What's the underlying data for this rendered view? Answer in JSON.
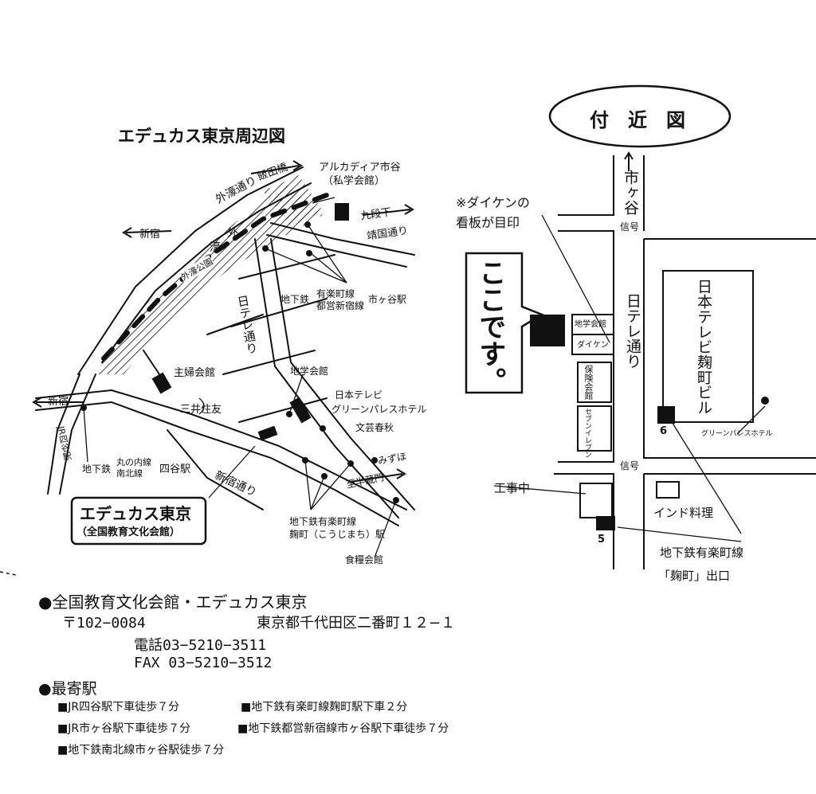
{
  "left_map": {
    "title": "エデュカス東京周辺図",
    "labels": {
      "sotobori": "外濠通り",
      "iidabashi": "飯田橋",
      "arcadia": "アルカディア市谷",
      "arcadia_sub": "（私学会館）",
      "kudanshita": "九段下",
      "yasukuni": "靖国通り",
      "shinjuku_top": "新宿",
      "soto": "外",
      "bori": "濠",
      "sotobori_park": "外濠公園",
      "ntv_dori": "日テレ通り",
      "subway_label": "地下鉄",
      "yurakucho_line": "有楽町線",
      "toei_line": "都営新宿線",
      "ichigaya_st": "市ヶ谷駅",
      "shufu": "主婦会館",
      "chigaku": "地学会館",
      "ntv": "日本テレビ",
      "green_palace": "グリーンパレスホテル",
      "mitsui": "三井住友",
      "bungeisha": "文芸春秋",
      "shinjuku_left": "新宿",
      "jr": "JR四谷駅",
      "subway_marunouchi": "地下鉄",
      "marunouchi": "丸の内線",
      "nanboku": "南北線",
      "yotsuya_st": "四谷駅",
      "mizuho": "みずほ",
      "hanzomon": "至半蔵門",
      "shinjuku_dori": "新宿通り",
      "kojimachi_sub1": "地下鉄有楽町線",
      "kojimachi_sub2": "麹町（こうじまち）駅",
      "shokuryo": "食糧会館",
      "box_title": "エデュカス東京",
      "box_sub": "（全国教育文化会館）"
    }
  },
  "right_map": {
    "title": "付　近　図",
    "labels": {
      "ichigaya": "市ヶ谷",
      "signal_top": "信号",
      "signal_bottom": "信号",
      "note_line1": "※ダイケンの",
      "note_line2": "看板が目印",
      "koko": "ここです。",
      "chigaku": "地学会館",
      "daiken": "ダイケン",
      "hoken": "保険会館",
      "seven": "セブンイレブン",
      "ntv_dori": "日テレ通り",
      "ntv_bldg": "日本テレビ麹町ビル",
      "green_palace": "グリーンパレスホテル",
      "exit6": "6",
      "exit5": "5",
      "construction": "工事中",
      "indian": "インド料理",
      "subway1": "地下鉄有楽町線",
      "subway2": "「麹町」出口"
    }
  },
  "info": {
    "heading1": "●全国教育文化会館・エデュカス東京",
    "postal": "〒102−0084",
    "address": "東京都千代田区二番町１２−１",
    "tel": "電話03−5210−3511",
    "fax": "FAX 03−5210−3512",
    "heading2": "●最寄駅",
    "stations": [
      "■JR四谷駅下車徒歩７分",
      "■地下鉄有楽町線麹町駅下車２分",
      "■JR市ヶ谷駅下車徒歩７分",
      "■地下鉄都営新宿線市ヶ谷駅下車徒歩７分",
      "■地下鉄南北線市ヶ谷駅徒歩７分"
    ]
  }
}
